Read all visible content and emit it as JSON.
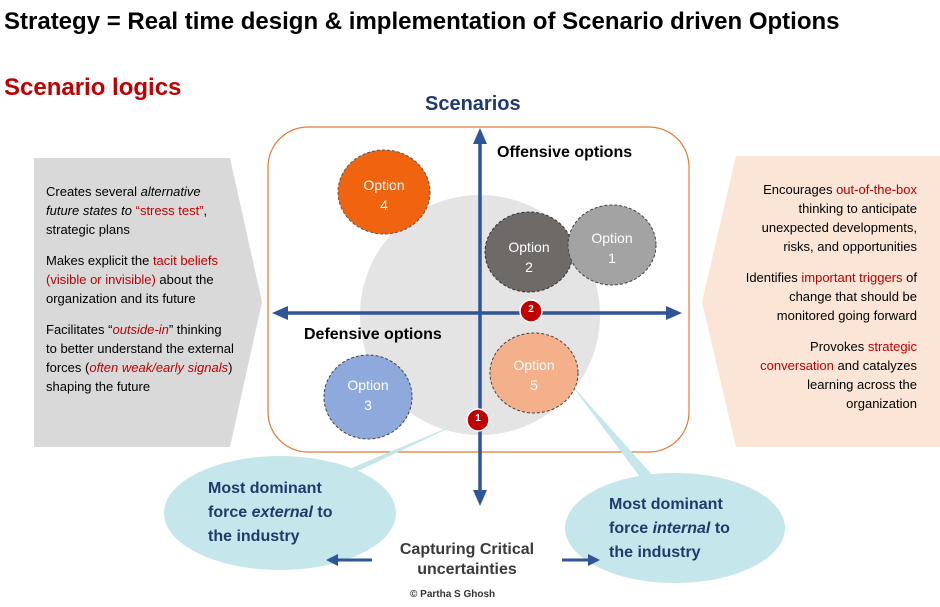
{
  "title": "Strategy = Real time design & implementation of Scenario driven Options",
  "subtitle": "Scenario logics",
  "scenarios_label": "Scenarios",
  "quadrants": {
    "offensive": "Offensive options",
    "defensive": "Defensive options"
  },
  "options": [
    {
      "word": "Option",
      "num": "4",
      "color": "#f0640f"
    },
    {
      "word": "Option",
      "num": "2",
      "color": "#6e6a68"
    },
    {
      "word": "Option",
      "num": "1",
      "color": "#a3a3a3"
    },
    {
      "word": "Option",
      "num": "3",
      "color": "#8ea9db"
    },
    {
      "word": "Option",
      "num": "5",
      "color": "#f3b08a"
    }
  ],
  "markers": [
    "1",
    "2"
  ],
  "left_panel": {
    "p1": {
      "a": "Creates several ",
      "b": "alternative future states to ",
      "c": "“stress test”",
      "d": ", strategic plans"
    },
    "p2": {
      "a": "Makes explicit the ",
      "b": "tacit beliefs (visible or invisible)",
      "c": " about the organization and its future"
    },
    "p3": {
      "a": "Facilitates “",
      "b": "outside-in",
      "c": "” thinking to better understand the external forces (",
      "d": "often weak/early signals",
      "e": ") shaping the future"
    }
  },
  "right_panel": {
    "p1": {
      "a": "Encourages ",
      "b": "out-of-the-box",
      "c": " thinking to anticipate unexpected developments, risks, and opportunities"
    },
    "p2": {
      "a": "Identifies ",
      "b": "important triggers",
      "c": " of change that should be monitored going forward"
    },
    "p3": {
      "a": "Provokes ",
      "b": "strategic conversation",
      "c": " and catalyzes learning across the organization"
    }
  },
  "callout_external": {
    "l1": "Most dominant",
    "l2a": "force ",
    "l2b": "external",
    "l2c": " to",
    "l3": "the industry"
  },
  "callout_internal": {
    "l1": "Most dominant",
    "l2a": "force ",
    "l2b": "internal",
    "l2c": " to",
    "l3": "the industry"
  },
  "capturing": {
    "l1": "Capturing Critical",
    "l2": "uncertainties"
  },
  "copyright": "© Partha S Ghosh",
  "colors": {
    "accent_red": "#c00000",
    "axis": "#2f5597",
    "frame": "#e07b39",
    "left_panel": "#d9d9d9",
    "right_panel": "#fbe5d6",
    "callout": "#c5e6ea",
    "title_blue": "#1f3a6b"
  }
}
